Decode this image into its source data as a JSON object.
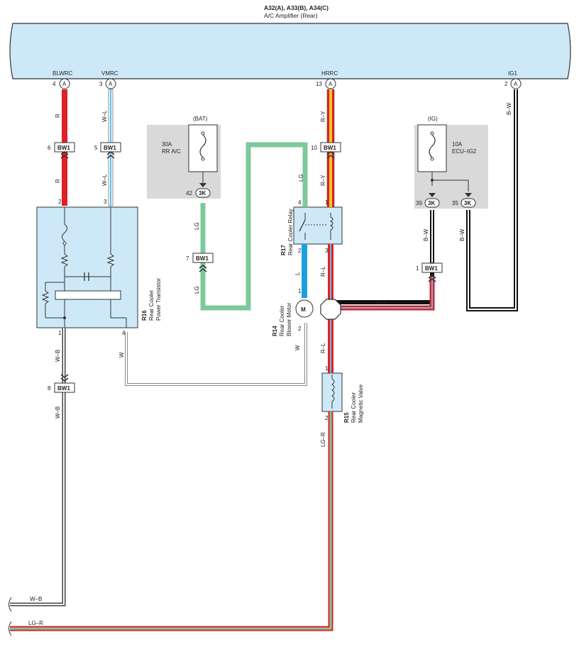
{
  "amplifier": {
    "code": "A32(A), A33(B), A34(C)",
    "name": "A/C Amplifier (Rear)",
    "terminals": [
      {
        "name": "BLWRC",
        "pin": "4",
        "conn": "A"
      },
      {
        "name": "VMRC",
        "pin": "3",
        "conn": "A"
      },
      {
        "name": "HRRC",
        "pin": "13",
        "conn": "A"
      },
      {
        "name": "IG1",
        "pin": "2",
        "conn": "A"
      }
    ]
  },
  "fuses": {
    "bat": {
      "source": "(BAT)",
      "rating": "30A",
      "name": "RR A/C",
      "pin": "42",
      "conn": "3K"
    },
    "ig": {
      "source": "(IG)",
      "rating": "10A",
      "name": "ECU–IG2",
      "pins": [
        {
          "pin": "39",
          "conn": "3K"
        },
        {
          "pin": "35",
          "conn": "3K"
        }
      ]
    }
  },
  "connectors": {
    "bw1_6": {
      "pin": "6",
      "label": "BW1"
    },
    "bw1_5": {
      "pin": "5",
      "label": "BW1"
    },
    "bw1_10": {
      "pin": "10",
      "label": "BW1"
    },
    "bw1_7": {
      "pin": "7",
      "label": "BW1"
    },
    "bw1_1": {
      "pin": "1",
      "label": "BW1"
    },
    "bw1_8": {
      "pin": "8",
      "label": "BW1"
    }
  },
  "components": {
    "r16": {
      "code": "R16",
      "line1": "Rear Cooler",
      "line2": "Power Transistor",
      "pins": {
        "p2": "2",
        "p3": "3",
        "p1": "1",
        "p4": "4"
      }
    },
    "r17": {
      "code": "R17",
      "line1": "Rear Cooler Relay",
      "pins": {
        "p4": "4",
        "p1": "1",
        "p2": "2",
        "p3": "3"
      }
    },
    "r14": {
      "code": "R14",
      "line1": "Rear Cooler",
      "line2": "Blower Motor",
      "symbol": "M",
      "pins": {
        "p1": "1",
        "p2": "2"
      }
    },
    "r15": {
      "code": "R15",
      "line1": "Rear Cooler",
      "line2": "Magnetic Valve",
      "pins": {
        "p1": "1",
        "p2": "2"
      }
    }
  },
  "wires": {
    "r": "R",
    "wl": "W–L",
    "ry": "R–Y",
    "bw": "B–W",
    "lg": "LG",
    "l": "L",
    "rl": "R–L",
    "w": "W",
    "wb": "W–B",
    "lgr": "LG–R"
  },
  "colors": {
    "panel": "#cde9f8",
    "gray_box": "#d9d9d9",
    "red": "#e11f26",
    "light_blue": "#5cc0e8",
    "yellow": "#f2c81f",
    "green": "#7dc99b",
    "blue": "#1aa0e0"
  }
}
